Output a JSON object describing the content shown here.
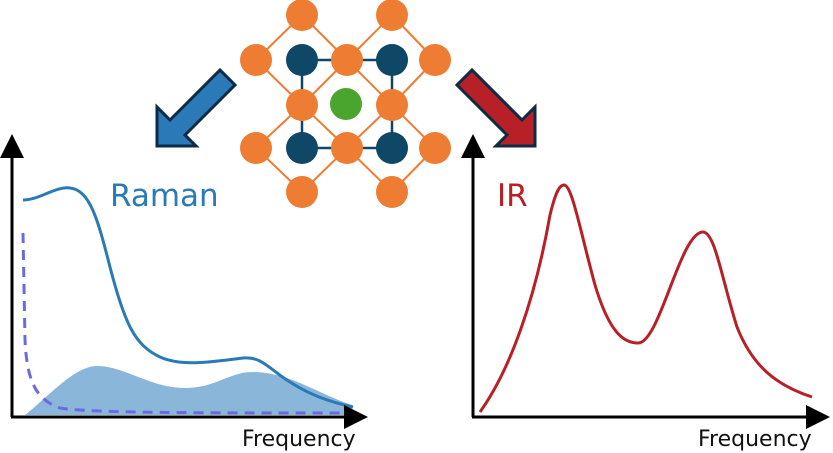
{
  "raman": {
    "label": "Raman",
    "axis_label": "Frequency",
    "color": "#2a7ab8",
    "fill_color": "#8ab6da",
    "dash_color": "#6b6be0"
  },
  "ir": {
    "label": "IR",
    "axis_label": "Frequency",
    "color": "#b72026"
  },
  "crystal": {
    "orange": "#ee7d33",
    "dark": "#0f4766",
    "center": "#4aa52e"
  }
}
